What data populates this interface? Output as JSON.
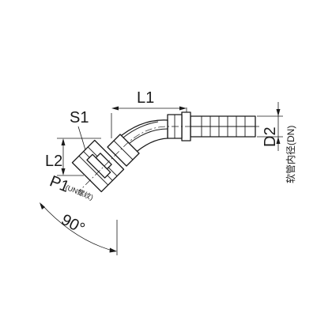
{
  "labels": {
    "l1": "L1",
    "s1": "S1",
    "l2": "L2",
    "p1": "P1",
    "p1_note": "(UN螺纹)",
    "angle": "90°",
    "d2": "D2",
    "hose_note": "软管内径(DN)"
  }
}
